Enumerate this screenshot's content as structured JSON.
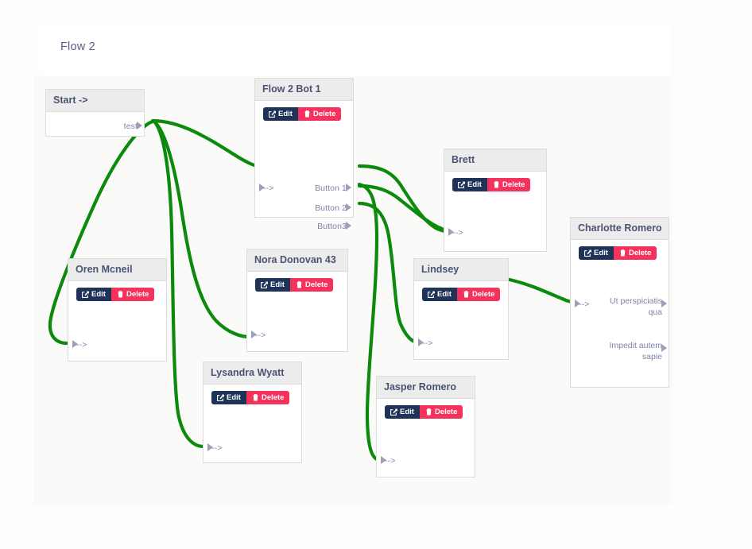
{
  "header": {
    "title": "Flow 2"
  },
  "buttons": {
    "edit_label": "Edit",
    "delete_label": "Delete",
    "edit_icon": "pencil-square-icon",
    "delete_icon": "trash-icon"
  },
  "colors": {
    "edge": "#0b8a0b",
    "edit_button": "#1f3359",
    "delete_button": "#f5325c",
    "node_header": "#ececec",
    "node_border": "#dcdcdc",
    "port_text": "#7b83a8",
    "title_text": "#5a5f8a",
    "canvas_background": "#fafaf9"
  },
  "nodes": [
    {
      "id": "start",
      "title": "Start ->",
      "has_actions": false,
      "inputs": [],
      "outputs": [
        "test"
      ]
    },
    {
      "id": "flow2bot1",
      "title": "Flow 2 Bot 1",
      "has_actions": true,
      "inputs": [
        "-->"
      ],
      "outputs": [
        "Button 1",
        "Button 2",
        "Button3"
      ]
    },
    {
      "id": "oren",
      "title": "Oren Mcneil",
      "has_actions": true,
      "inputs": [
        "-->"
      ],
      "outputs": []
    },
    {
      "id": "nora",
      "title": "Nora Donovan 43",
      "has_actions": true,
      "inputs": [
        "-->"
      ],
      "outputs": []
    },
    {
      "id": "lysandra",
      "title": "Lysandra Wyatt",
      "has_actions": true,
      "inputs": [
        "-->"
      ],
      "outputs": []
    },
    {
      "id": "brett",
      "title": "Brett",
      "has_actions": true,
      "inputs": [
        "-->"
      ],
      "outputs": []
    },
    {
      "id": "lindsey",
      "title": "Lindsey",
      "has_actions": true,
      "inputs": [
        "-->"
      ],
      "outputs": []
    },
    {
      "id": "jasper",
      "title": "Jasper Romero",
      "has_actions": true,
      "inputs": [
        "-->"
      ],
      "outputs": []
    },
    {
      "id": "charlotte",
      "title": "Charlotte Romero",
      "has_actions": true,
      "inputs": [
        "-->"
      ],
      "outputs": [
        "Ut perspiciatis qua",
        "Impedit autem sapie"
      ]
    }
  ],
  "edges": [
    {
      "from": "start.test",
      "to": "flow2bot1.in"
    },
    {
      "from": "start.test",
      "to": "oren.in"
    },
    {
      "from": "start.test",
      "to": "nora.in"
    },
    {
      "from": "start.test",
      "to": "lysandra.in"
    },
    {
      "from": "flow2bot1.Button 1",
      "to": "brett.in"
    },
    {
      "from": "flow2bot1.Button 2",
      "to": "brett.in"
    },
    {
      "from": "flow2bot1.Button3",
      "to": "lindsey.in"
    },
    {
      "from": "flow2bot1.Button 2",
      "to": "jasper.in"
    },
    {
      "from": "lindsey.out",
      "to": "charlotte.in"
    }
  ]
}
